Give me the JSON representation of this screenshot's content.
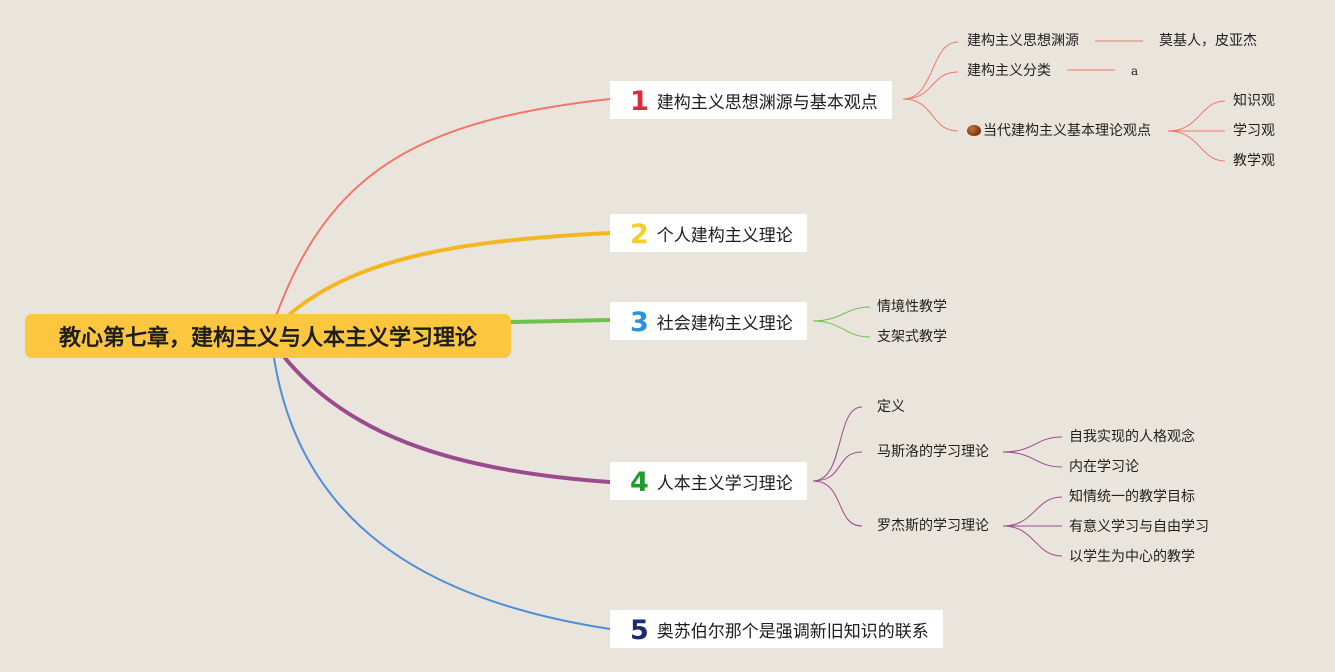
{
  "root": {
    "title": "教心第七章，建构主义与人本主义学习理论"
  },
  "branches": [
    {
      "number": "1",
      "number_color": "#d62e3a",
      "line_color": "#f2776a",
      "title": "建构主义思想渊源与基本观点",
      "children": [
        {
          "label": "建构主义思想渊源",
          "note": "莫基人，皮亚杰"
        },
        {
          "label": "建构主义分类",
          "note": "a"
        },
        {
          "label": "当代建构主义基本理论观点",
          "icon": "chestnut-icon",
          "children": [
            "知识观",
            "学习观",
            "教学观"
          ]
        }
      ]
    },
    {
      "number": "2",
      "number_color": "#f2cf2a",
      "line_color": "#f5b623",
      "title": "个人建构主义理论",
      "children": []
    },
    {
      "number": "3",
      "number_color": "#2a93e0",
      "line_color": "#6cc24a",
      "title": "社会建构主义理论",
      "children": [
        {
          "label": "情境性教学"
        },
        {
          "label": "支架式教学"
        }
      ]
    },
    {
      "number": "4",
      "number_color": "#1f9a2c",
      "line_color": "#9b4a8e",
      "title": "人本主义学习理论",
      "children": [
        {
          "label": "定义"
        },
        {
          "label": "马斯洛的学习理论",
          "children": [
            "自我实现的人格观念",
            "内在学习论"
          ]
        },
        {
          "label": "罗杰斯的学习理论",
          "children": [
            "知情统一的教学目标",
            "有意义学习与自由学习",
            "以学生为中心的教学"
          ]
        }
      ]
    },
    {
      "number": "5",
      "number_color": "#1c2a6e",
      "line_color": "#4d8fd6",
      "title": "奥苏伯尔那个是强调新旧知识的联系",
      "children": []
    }
  ]
}
